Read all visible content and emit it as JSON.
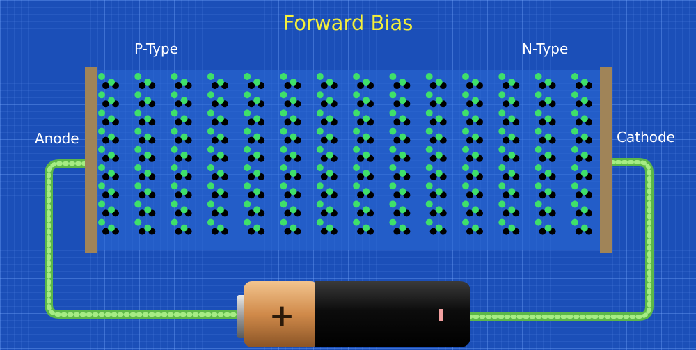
{
  "diagram": {
    "title": "Forward Bias",
    "region_labels": {
      "p_type": "P-Type",
      "n_type": "N-Type"
    },
    "terminal_labels": {
      "anode": "Anode",
      "cathode": "Cathode"
    },
    "battery": {
      "positive_symbol": "+"
    }
  },
  "colors": {
    "background": "#1b4fb8",
    "title": "#f3ef3a",
    "hole": "#000000",
    "electron": "#3fe06a",
    "electrode": "#a08458",
    "wire": "#8fdc6a"
  }
}
